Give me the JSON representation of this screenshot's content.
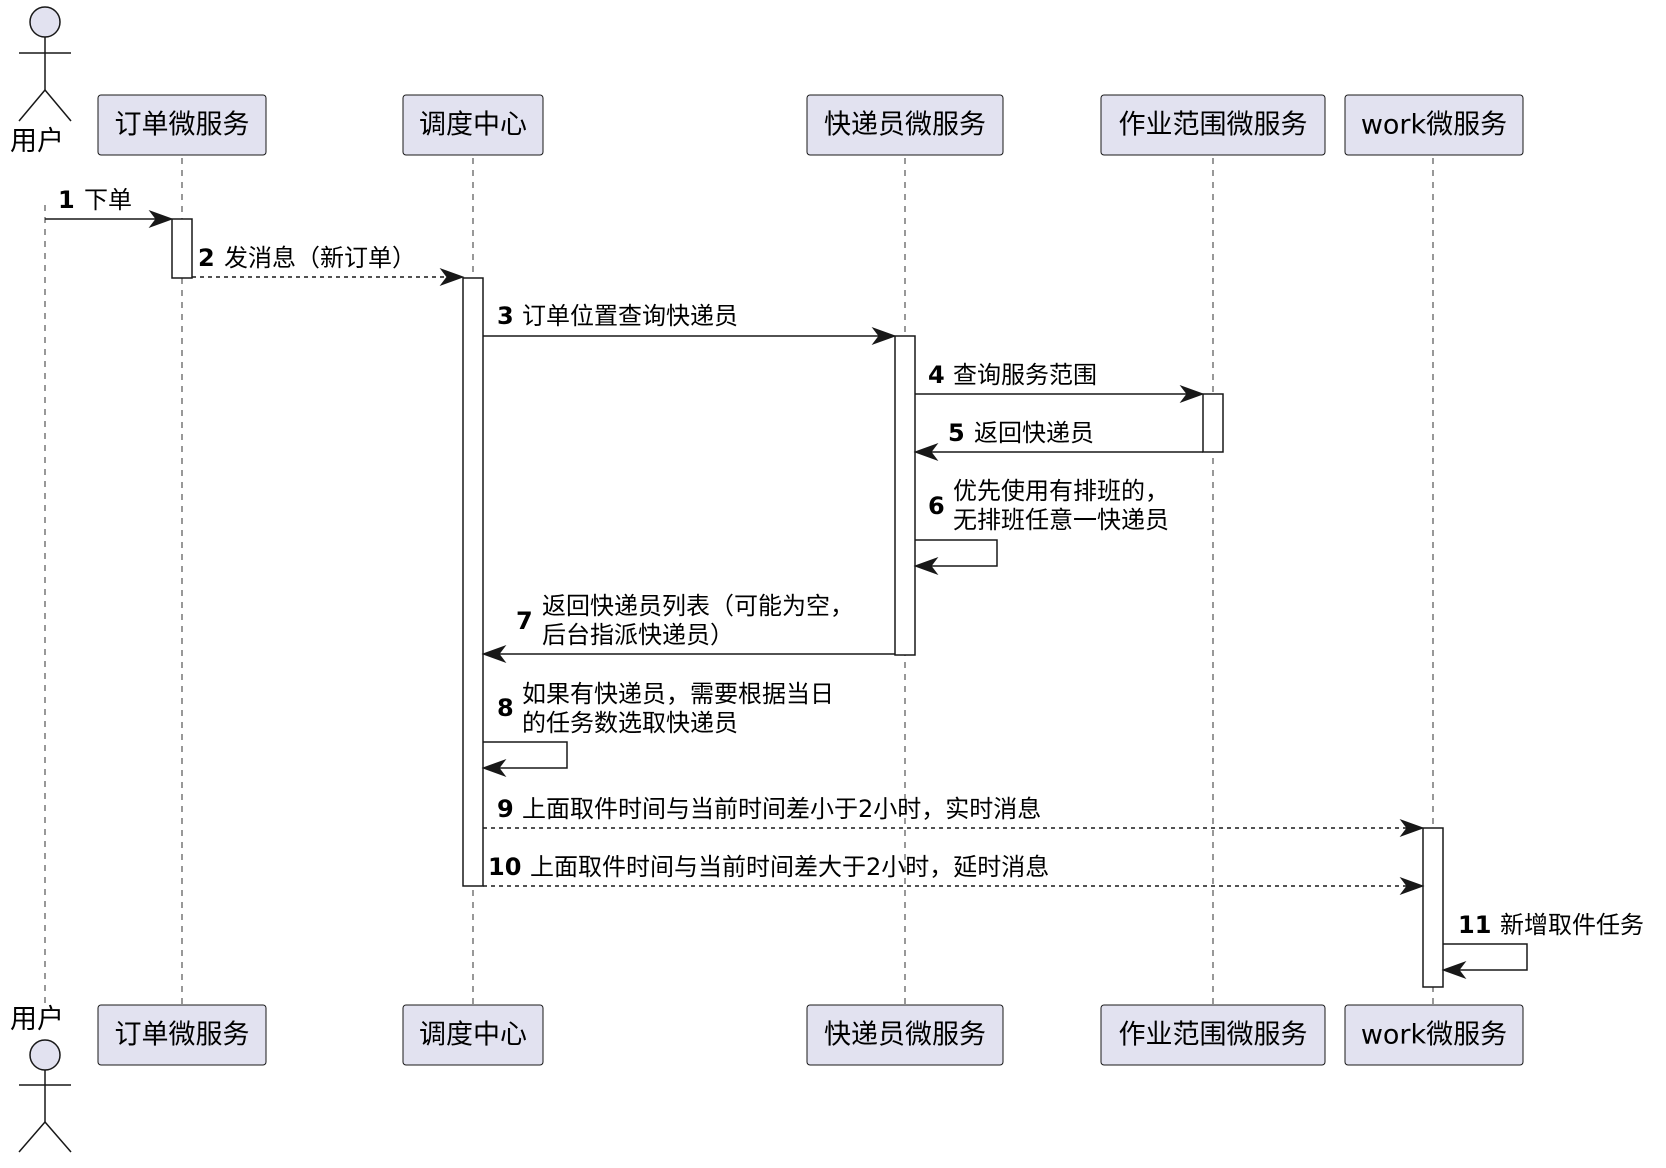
{
  "actor": {
    "name": "用户"
  },
  "participants": [
    {
      "id": "order",
      "name": "订单微服务"
    },
    {
      "id": "dispatch",
      "name": "调度中心"
    },
    {
      "id": "courier",
      "name": "快递员微服务"
    },
    {
      "id": "scope",
      "name": "作业范围微服务"
    },
    {
      "id": "work",
      "name": "work微服务"
    }
  ],
  "messages": [
    {
      "num": "1",
      "lines": [
        "下单"
      ],
      "from": "actor",
      "to": "order",
      "style": "solid"
    },
    {
      "num": "2",
      "lines": [
        "发消息（新订单）"
      ],
      "from": "order",
      "to": "dispatch",
      "style": "dashed"
    },
    {
      "num": "3",
      "lines": [
        "订单位置查询快递员"
      ],
      "from": "dispatch",
      "to": "courier",
      "style": "solid"
    },
    {
      "num": "4",
      "lines": [
        "查询服务范围"
      ],
      "from": "courier",
      "to": "scope",
      "style": "solid"
    },
    {
      "num": "5",
      "lines": [
        "返回快递员"
      ],
      "from": "scope",
      "to": "courier",
      "style": "solid"
    },
    {
      "num": "6",
      "lines": [
        "优先使用有排班的，",
        "无排班任意一快递员"
      ],
      "from": "courier",
      "to": "courier",
      "style": "self"
    },
    {
      "num": "7",
      "lines": [
        "返回快递员列表（可能为空，",
        "后台指派快递员）"
      ],
      "from": "courier",
      "to": "dispatch",
      "style": "solid"
    },
    {
      "num": "8",
      "lines": [
        "如果有快递员，需要根据当日",
        "的任务数选取快递员"
      ],
      "from": "dispatch",
      "to": "dispatch",
      "style": "self"
    },
    {
      "num": "9",
      "lines": [
        "上面取件时间与当前时间差小于2小时，实时消息"
      ],
      "from": "dispatch",
      "to": "work",
      "style": "dashed"
    },
    {
      "num": "10",
      "lines": [
        "上面取件时间与当前时间差大于2小时，延时消息"
      ],
      "from": "dispatch",
      "to": "work",
      "style": "dashed"
    },
    {
      "num": "11",
      "lines": [
        "新增取件任务"
      ],
      "from": "work",
      "to": "work",
      "style": "self"
    }
  ]
}
